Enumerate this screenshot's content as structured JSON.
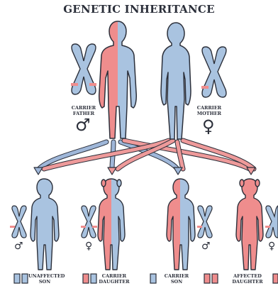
{
  "title": "GENETIC INHERITANCE",
  "colors": {
    "blue": "#a9c3e0",
    "red": "#ef8d8d",
    "outline": "#2b2f3a",
    "arrow_blue": "#9fb7d9",
    "arrow_red": "#ee9a9a"
  },
  "parents": {
    "father": {
      "label_line1": "CARRIER",
      "label_line2": "FATHER",
      "symbol": "♂",
      "icon": "male-symbol-icon"
    },
    "mother": {
      "label_line1": "CARRIER",
      "label_line2": "MOTHER",
      "symbol": "♀",
      "icon": "female-symbol-icon"
    }
  },
  "children": [
    {
      "label_line1": "UNAFFECTED",
      "label_line2": "SON",
      "symbol": "♂"
    },
    {
      "label_line1": "CARRIER",
      "label_line2": "DAUGHTER",
      "symbol": "♀"
    },
    {
      "label_line1": "CARRIER",
      "label_line2": "SON",
      "symbol": "♂"
    },
    {
      "label_line1": "AFFECTED",
      "label_line2": "DAUGHTER",
      "symbol": "♀"
    }
  ]
}
